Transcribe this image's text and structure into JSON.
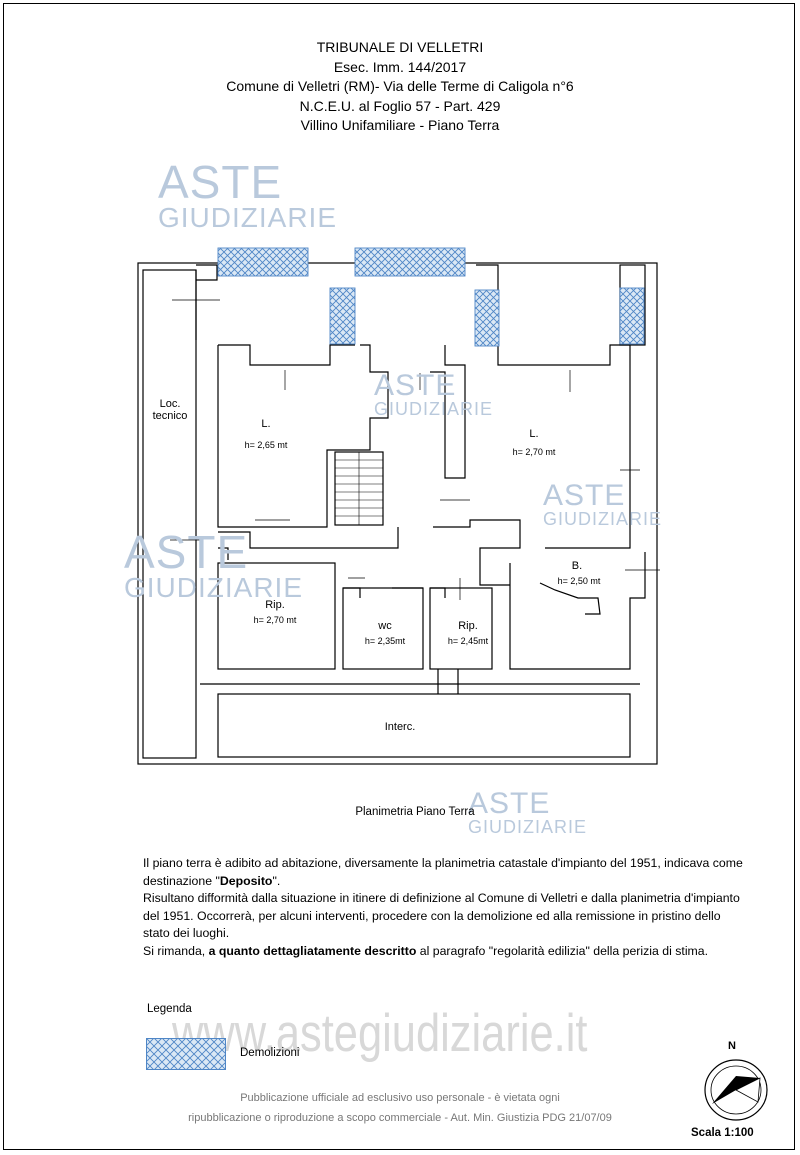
{
  "header": {
    "line1": "TRIBUNALE DI VELLETRI",
    "line2": "Esec. Imm. 144/2017",
    "line3": "Comune di Velletri (RM)- Via delle Terme di Caligola n°6",
    "line4": "N.C.E.U. al Foglio 57 - Part. 429",
    "line5": "Villino Unifamiliare - Piano Terra"
  },
  "watermark": {
    "line1": "ASTE",
    "line2": "GIUDIZIARIE",
    "site": "www.astegiudiziarie.it"
  },
  "rooms": {
    "loc_tecnico_1": "Loc.",
    "loc_tecnico_2": "tecnico",
    "living_left": "L.",
    "living_left_h": "h= 2,65 mt",
    "living_right": "L.",
    "living_right_h": "h= 2,70 mt",
    "bath": "B.",
    "bath_h": "h= 2,50 mt",
    "storage_left": "Rip.",
    "storage_left_h": "h= 2,70 mt",
    "wc": "wc",
    "wc_h": "h= 2,35mt",
    "storage_right": "Rip.",
    "storage_right_h": "h= 2,45mt",
    "interc": "Interc."
  },
  "caption": "Planimetria Piano Terra",
  "description": {
    "p1_a": "Il piano terra è adibito ad abitazione, diversamente la planimetria catastale d'impianto del 1951, indicava come destinazione \"",
    "p1_bold": "Deposito",
    "p1_b": "\".",
    "p2": "Risultano difformità dalla situazione in itinere di definizione al Comune di Velletri e dalla planimetria d'impianto del 1951. Occorrerà, per alcuni interventi, procedere con la demolizione ed alla remissione in pristino dello stato dei luoghi.",
    "p3_a": "Si rimanda, ",
    "p3_bold": "a quanto dettagliatamente descritto",
    "p3_b": " al paragrafo \"regolarità edilizia\" della perizia di stima."
  },
  "legend": {
    "title": "Legenda",
    "item": "Demolizioni"
  },
  "footer": {
    "line1": "Pubblicazione ufficiale ad esclusivo uso personale - è vietata ogni",
    "line2": "ripubblicazione o riproduzione a scopo commerciale - Aut. Min. Giustizia PDG 21/07/09"
  },
  "north": "N",
  "scale": "Scala 1:100",
  "colors": {
    "hatch": "#4f86c6",
    "hatch_fill": "#dbe8f5",
    "watermark": "#b9c9dc"
  }
}
